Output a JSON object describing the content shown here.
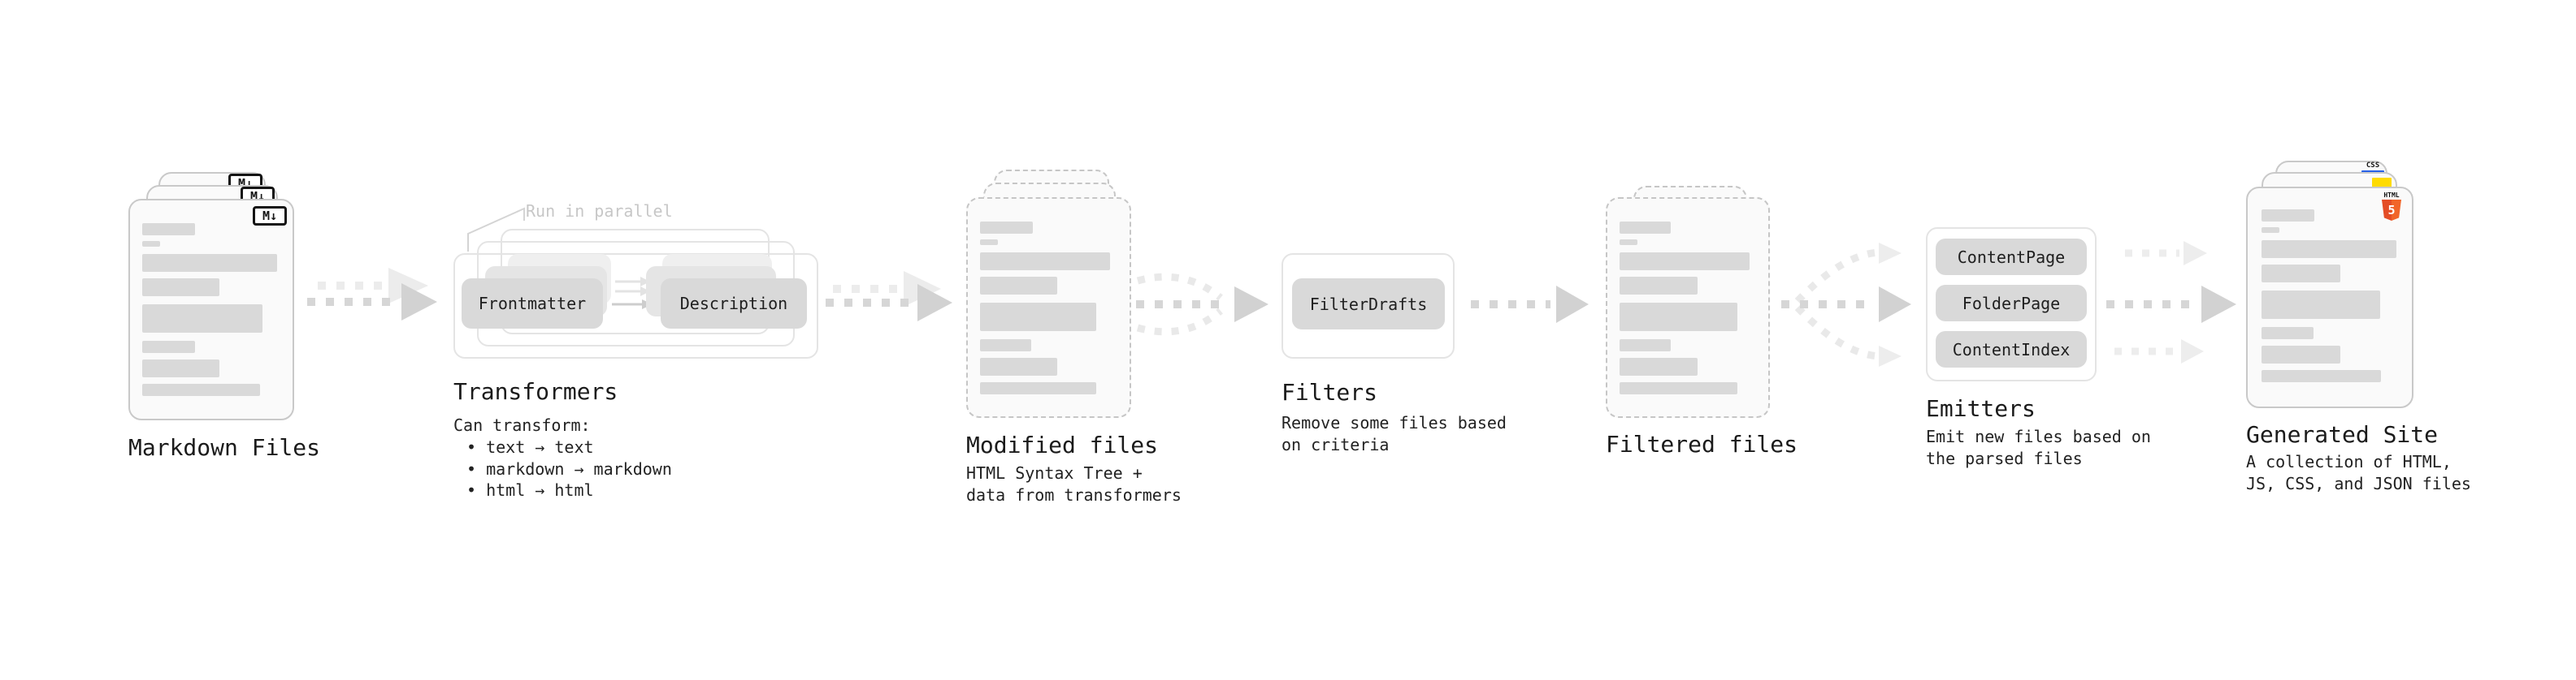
{
  "stages": {
    "markdown": {
      "label": "Markdown Files",
      "badge": "M↓"
    },
    "transformers": {
      "label": "Transformers",
      "note": "Run in parallel",
      "pill_left": "Frontmatter",
      "pill_right": "Description",
      "desc_title": "Can transform:",
      "bullets": [
        "• text → text",
        "• markdown → markdown",
        "• html → html"
      ]
    },
    "modified": {
      "label": "Modified files",
      "desc": "HTML Syntax Tree +\ndata from transformers"
    },
    "filters": {
      "label": "Filters",
      "pill": "FilterDrafts",
      "desc": "Remove some files based\non criteria"
    },
    "filtered": {
      "label": "Filtered files"
    },
    "emitters": {
      "label": "Emitters",
      "pills": [
        "ContentPage",
        "FolderPage",
        "ContentIndex"
      ],
      "desc": "Emit new files based on\nthe parsed files"
    },
    "generated": {
      "label": "Generated Site",
      "desc": "A collection of HTML,\nJS, CSS, and JSON files",
      "css_label": "CSS",
      "html_label": "HTML",
      "html5_digit": "5"
    }
  },
  "colors": {
    "placeholder_bar": "#d9d9d9",
    "pill_fill": "#d9d9d9",
    "arrow": "#d4d4d4",
    "arrow_light": "#ececec",
    "note_gray": "#c7c7c7",
    "css_blue": "#2760e6",
    "js_yellow": "#ffdb00",
    "html5_orange": "#e44d26",
    "html5_orange_light": "#f16529"
  }
}
